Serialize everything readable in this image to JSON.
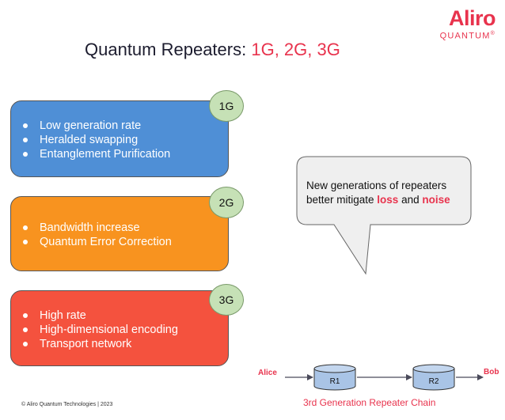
{
  "logo": {
    "name": "Aliro",
    "sub": "QUANTUM",
    "registered": "®"
  },
  "title": {
    "prefix": "Quantum Repeaters:",
    "highlight": "1G, 2G, 3G"
  },
  "generations": [
    {
      "badge": "1G",
      "items": [
        "Low generation rate",
        "Heralded swapping",
        "Entanglement Purification"
      ]
    },
    {
      "badge": "2G",
      "items": [
        "Bandwidth increase",
        "Quantum Error Correction"
      ]
    },
    {
      "badge": "3G",
      "items": [
        "High rate",
        "High-dimensional encoding",
        "Transport network"
      ]
    }
  ],
  "callout": {
    "line1": "New generations of repeaters",
    "line2_prefix": "better mitigate ",
    "loss": "loss",
    "and": " and ",
    "noise": "noise"
  },
  "chain": {
    "alice": "Alice",
    "bob": "Bob",
    "r1": "R1",
    "r2": "R2",
    "caption": "3rd Generation Repeater Chain"
  },
  "footer": "© Aliro Quantum Technologies  | 2023",
  "colors": {
    "accent": "#e8334d",
    "gen1": "#4f8fd6",
    "gen2": "#f8931f",
    "gen3": "#f4523e",
    "badge": "#c6e1b6",
    "node": "#a9c4e6"
  }
}
